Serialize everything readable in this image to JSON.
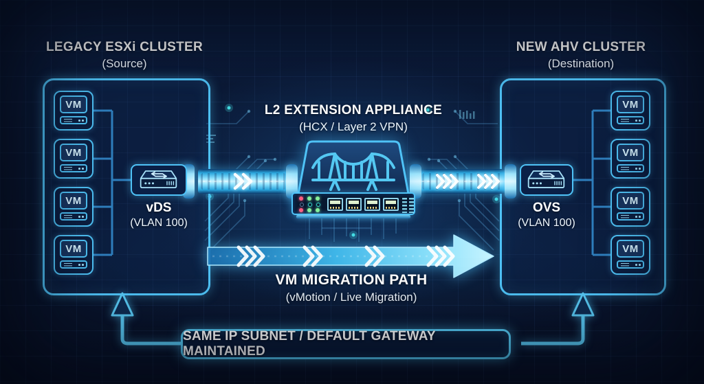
{
  "left_cluster": {
    "title": "LEGACY ESXi CLUSTER",
    "subtitle": "(Source)",
    "vms": [
      "VM",
      "VM",
      "VM",
      "VM"
    ],
    "switch": {
      "name": "vDS",
      "vlan": "(VLAN 100)"
    }
  },
  "appliance": {
    "title": "L2 EXTENSION APPLIANCE",
    "subtitle": "(HCX / Layer 2 VPN)"
  },
  "right_cluster": {
    "title": "NEW AHV CLUSTER",
    "subtitle": "(Destination)",
    "vms": [
      "VM",
      "VM",
      "VM",
      "VM"
    ],
    "switch": {
      "name": "OVS",
      "vlan": "(VLAN 100)"
    }
  },
  "migration_path": {
    "title": "VM MIGRATION PATH",
    "subtitle": "(vMotion / Live Migration)"
  },
  "banner": {
    "label": "SAME IP SUBNET / DEFAULT GATEWAY MAINTAINED"
  },
  "icons": [
    "vm-server-icon",
    "network-switch-icon",
    "suspension-bridge-icon",
    "ethernet-port-icon",
    "led-indicator",
    "chevron-right-icon",
    "arrow-up-icon",
    "migration-arrow-icon",
    "tunnel-pipe-icon"
  ],
  "colors": {
    "accent_cyan": "#4fc3f7",
    "glow_cyan": "#9ae8ff",
    "background_navy": "#0a1731",
    "text_white": "#ffffff",
    "led_red": "#ff5d7e",
    "led_green": "#86f09a"
  }
}
